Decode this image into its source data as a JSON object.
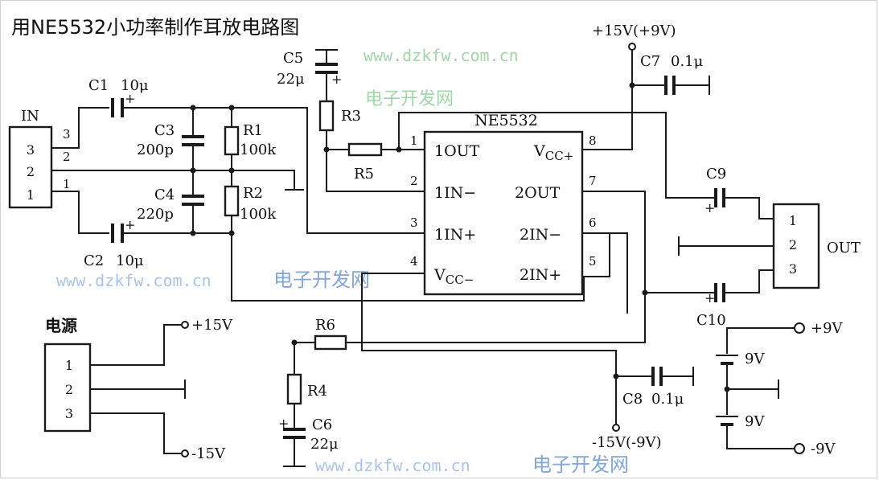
{
  "title": "用NE5532小功率制作耳放电路图",
  "watermark": {
    "url": "www.dzkfw.com.cn",
    "name": "电子开发网"
  },
  "ic": {
    "name": "NE5532",
    "pins": [
      {
        "num": "1",
        "label": "1OUT"
      },
      {
        "num": "2",
        "label": "1IN−"
      },
      {
        "num": "3",
        "label": "1IN+"
      },
      {
        "num": "4",
        "label": "V",
        "sub": "CC−"
      },
      {
        "num": "8",
        "label": "V",
        "sub": "CC+"
      },
      {
        "num": "7",
        "label": "2OUT"
      },
      {
        "num": "6",
        "label": "2IN−"
      },
      {
        "num": "5",
        "label": "2IN+"
      }
    ]
  },
  "input_connector": {
    "label": "IN",
    "pins": [
      "3",
      "2",
      "1"
    ],
    "wire_numbers": [
      "3",
      "2",
      "1"
    ]
  },
  "output_connector": {
    "label": "OUT",
    "pins": [
      "1",
      "2",
      "3"
    ]
  },
  "power_connector": {
    "label": "电源",
    "pins": [
      "1",
      "2",
      "3"
    ],
    "pos": "+15V",
    "neg": "-15V"
  },
  "components": {
    "c1": {
      "name": "C1",
      "value": "10μ"
    },
    "c2": {
      "name": "C2",
      "value": "10μ"
    },
    "c3": {
      "name": "C3",
      "value": "200p"
    },
    "c4": {
      "name": "C4",
      "value": "220p"
    },
    "c5": {
      "name": "C5",
      "value": "22μ"
    },
    "c6": {
      "name": "C6",
      "value": "22μ"
    },
    "c7": {
      "name": "C7",
      "value": "0.1μ"
    },
    "c8": {
      "name": "C8",
      "value": "0.1μ"
    },
    "c9": {
      "name": "C9"
    },
    "c10": {
      "name": "C10"
    },
    "r1": {
      "name": "R1",
      "value": "100k"
    },
    "r2": {
      "name": "R2",
      "value": "100k"
    },
    "r3": {
      "name": "R3"
    },
    "r4": {
      "name": "R4"
    },
    "r5": {
      "name": "R5"
    },
    "r6": {
      "name": "R6"
    }
  },
  "rails": {
    "pos": "+15V(+9V)",
    "neg": "-15V(-9V)"
  },
  "battery": {
    "cell1": "9V",
    "cell2": "9V",
    "pos": "+9V",
    "neg": "-9V"
  },
  "plus_sign": "+"
}
